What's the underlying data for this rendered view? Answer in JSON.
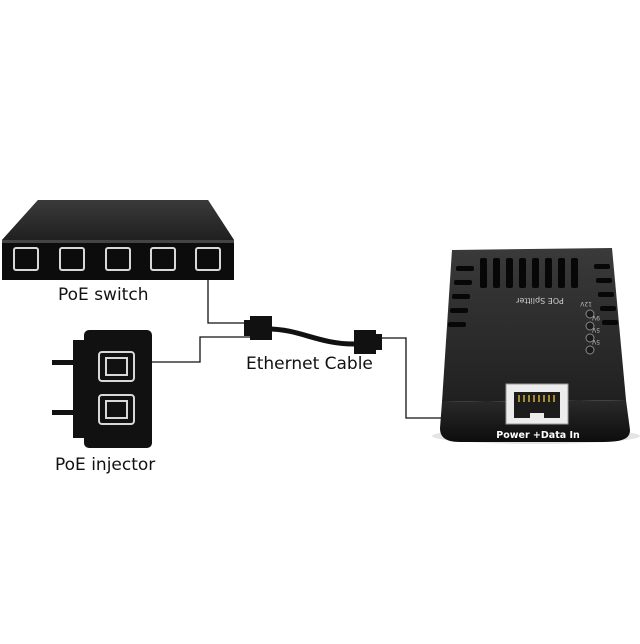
{
  "labels": {
    "switch": "PoE switch",
    "cable": "Ethernet Cable",
    "injector": "PoE injector"
  },
  "splitter": {
    "port_label": "Power +Data In",
    "brand_text": "POE Splitter",
    "voltages": [
      "12V",
      "9V",
      "5V",
      "5V"
    ]
  }
}
